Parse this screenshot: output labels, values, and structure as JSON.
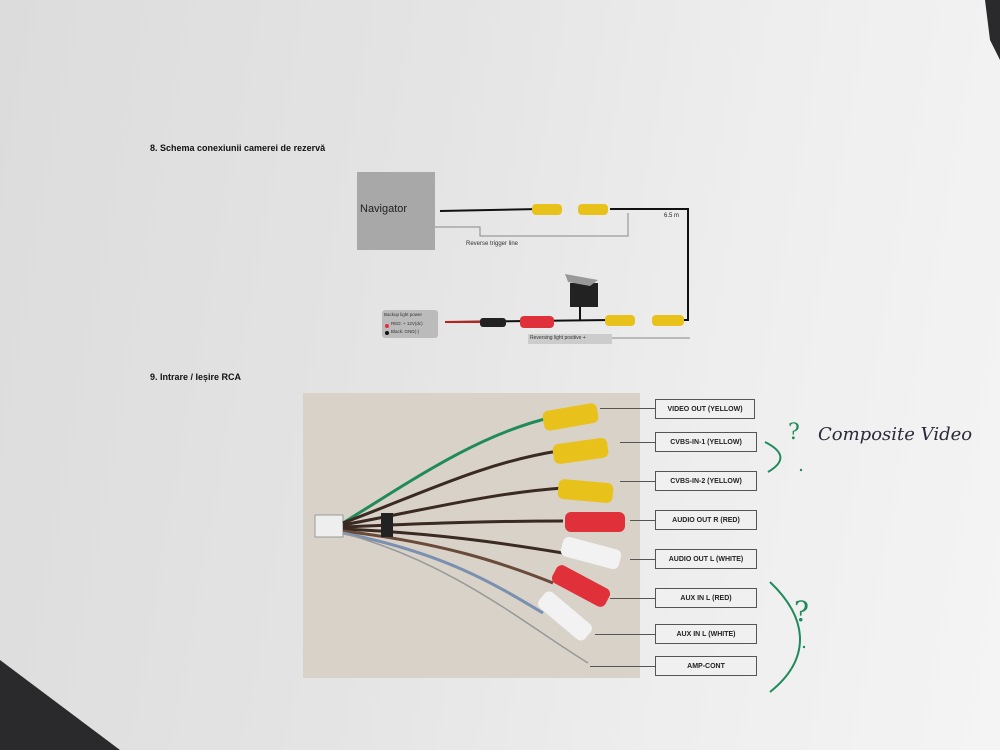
{
  "section8": {
    "heading": "8. Schema conexiunii camerei de rezervă",
    "navigator": "Navigator",
    "trigger": "Reverse trigger line",
    "length": "6.5 m",
    "power_title": "Backup light power",
    "power_red": "RED: + 12V(dc)",
    "power_black": "Black: GND(-)",
    "reversing": "Reversing light positive +"
  },
  "section9": {
    "heading": "9. Intrare / Ieșire RCA",
    "labels": [
      "VIDEO  OUT (YELLOW)",
      "CVBS-IN-1  (YELLOW)",
      "CVBS-IN-2  (YELLOW)",
      "AUDIO OUT R  (RED)",
      "AUDIO OUT L  (WHITE)",
      "AUX IN L  (RED)",
      "AUX IN L  (WHITE)",
      "AMP-CONT"
    ]
  },
  "handwriting": {
    "note1": "? Composite Video",
    "note2": "?"
  },
  "colors": {
    "yellow": "#e8c21a",
    "red": "#e0303a",
    "white": "#f2f2f2",
    "green": "#1f8a5a"
  }
}
